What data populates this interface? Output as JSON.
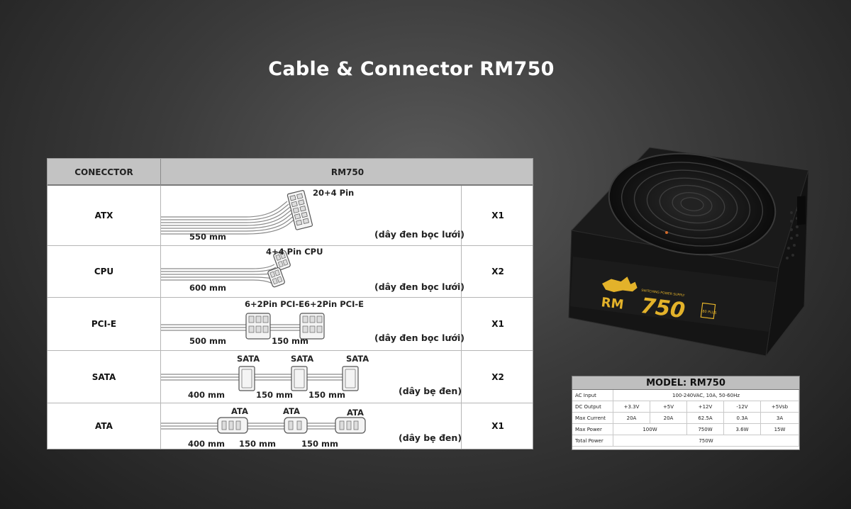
{
  "page": {
    "title": "Cable & Connector RM750"
  },
  "table": {
    "headers": {
      "connector": "CONECCTOR",
      "model": "RM750"
    },
    "rows": [
      {
        "name": "ATX",
        "qty": "X1",
        "length": "550 mm",
        "pin": "20+4 Pin",
        "note": "(dây đen bọc lưới)"
      },
      {
        "name": "CPU",
        "qty": "X2",
        "length": "600 mm",
        "pin": "4+4 Pin CPU",
        "note": "(dây đen bọc lưới)"
      },
      {
        "name": "PCI-E",
        "qty": "X1",
        "length": "500 mm",
        "length2": "150 mm",
        "pin": "6+2Pin PCI-E",
        "pin2": "6+2Pin PCI-E",
        "note": "(dây đen bọc lưới)"
      },
      {
        "name": "SATA",
        "qty": "X2",
        "length": "400 mm",
        "length2": "150 mm",
        "length3": "150 mm",
        "plug": "SATA",
        "note": "(dây bẹ đen)"
      },
      {
        "name": "ATA",
        "qty": "X1",
        "length": "400 mm",
        "length2": "150 mm",
        "length3": "150 mm",
        "plug": "ATA",
        "note": "(dây bẹ đen)"
      }
    ]
  },
  "product": {
    "logo_text": "RM",
    "logo_number": "750",
    "logo_tagline": "SWITCHING POWER SUPPLY",
    "badge": "80 PLUS"
  },
  "spec": {
    "title": "MODEL: RM750",
    "ac_input_label": "AC Input",
    "ac_input_value": "100-240VAC, 10A, 50-60Hz",
    "dc_output_label": "DC Output",
    "rails": [
      "+3.3V",
      "+5V",
      "+12V",
      "-12V",
      "+5Vsb"
    ],
    "max_current_label": "Max Current",
    "currents": [
      "20A",
      "20A",
      "62.5A",
      "0.3A",
      "3A"
    ],
    "max_power_label": "Max Power",
    "powers": [
      "100W",
      "750W",
      "3.6W",
      "15W"
    ],
    "total_power_label": "Total Power",
    "total_power_value": "750W"
  },
  "colors": {
    "accent_gold": "#e3b22a",
    "header_gray": "#c3c3c3"
  }
}
